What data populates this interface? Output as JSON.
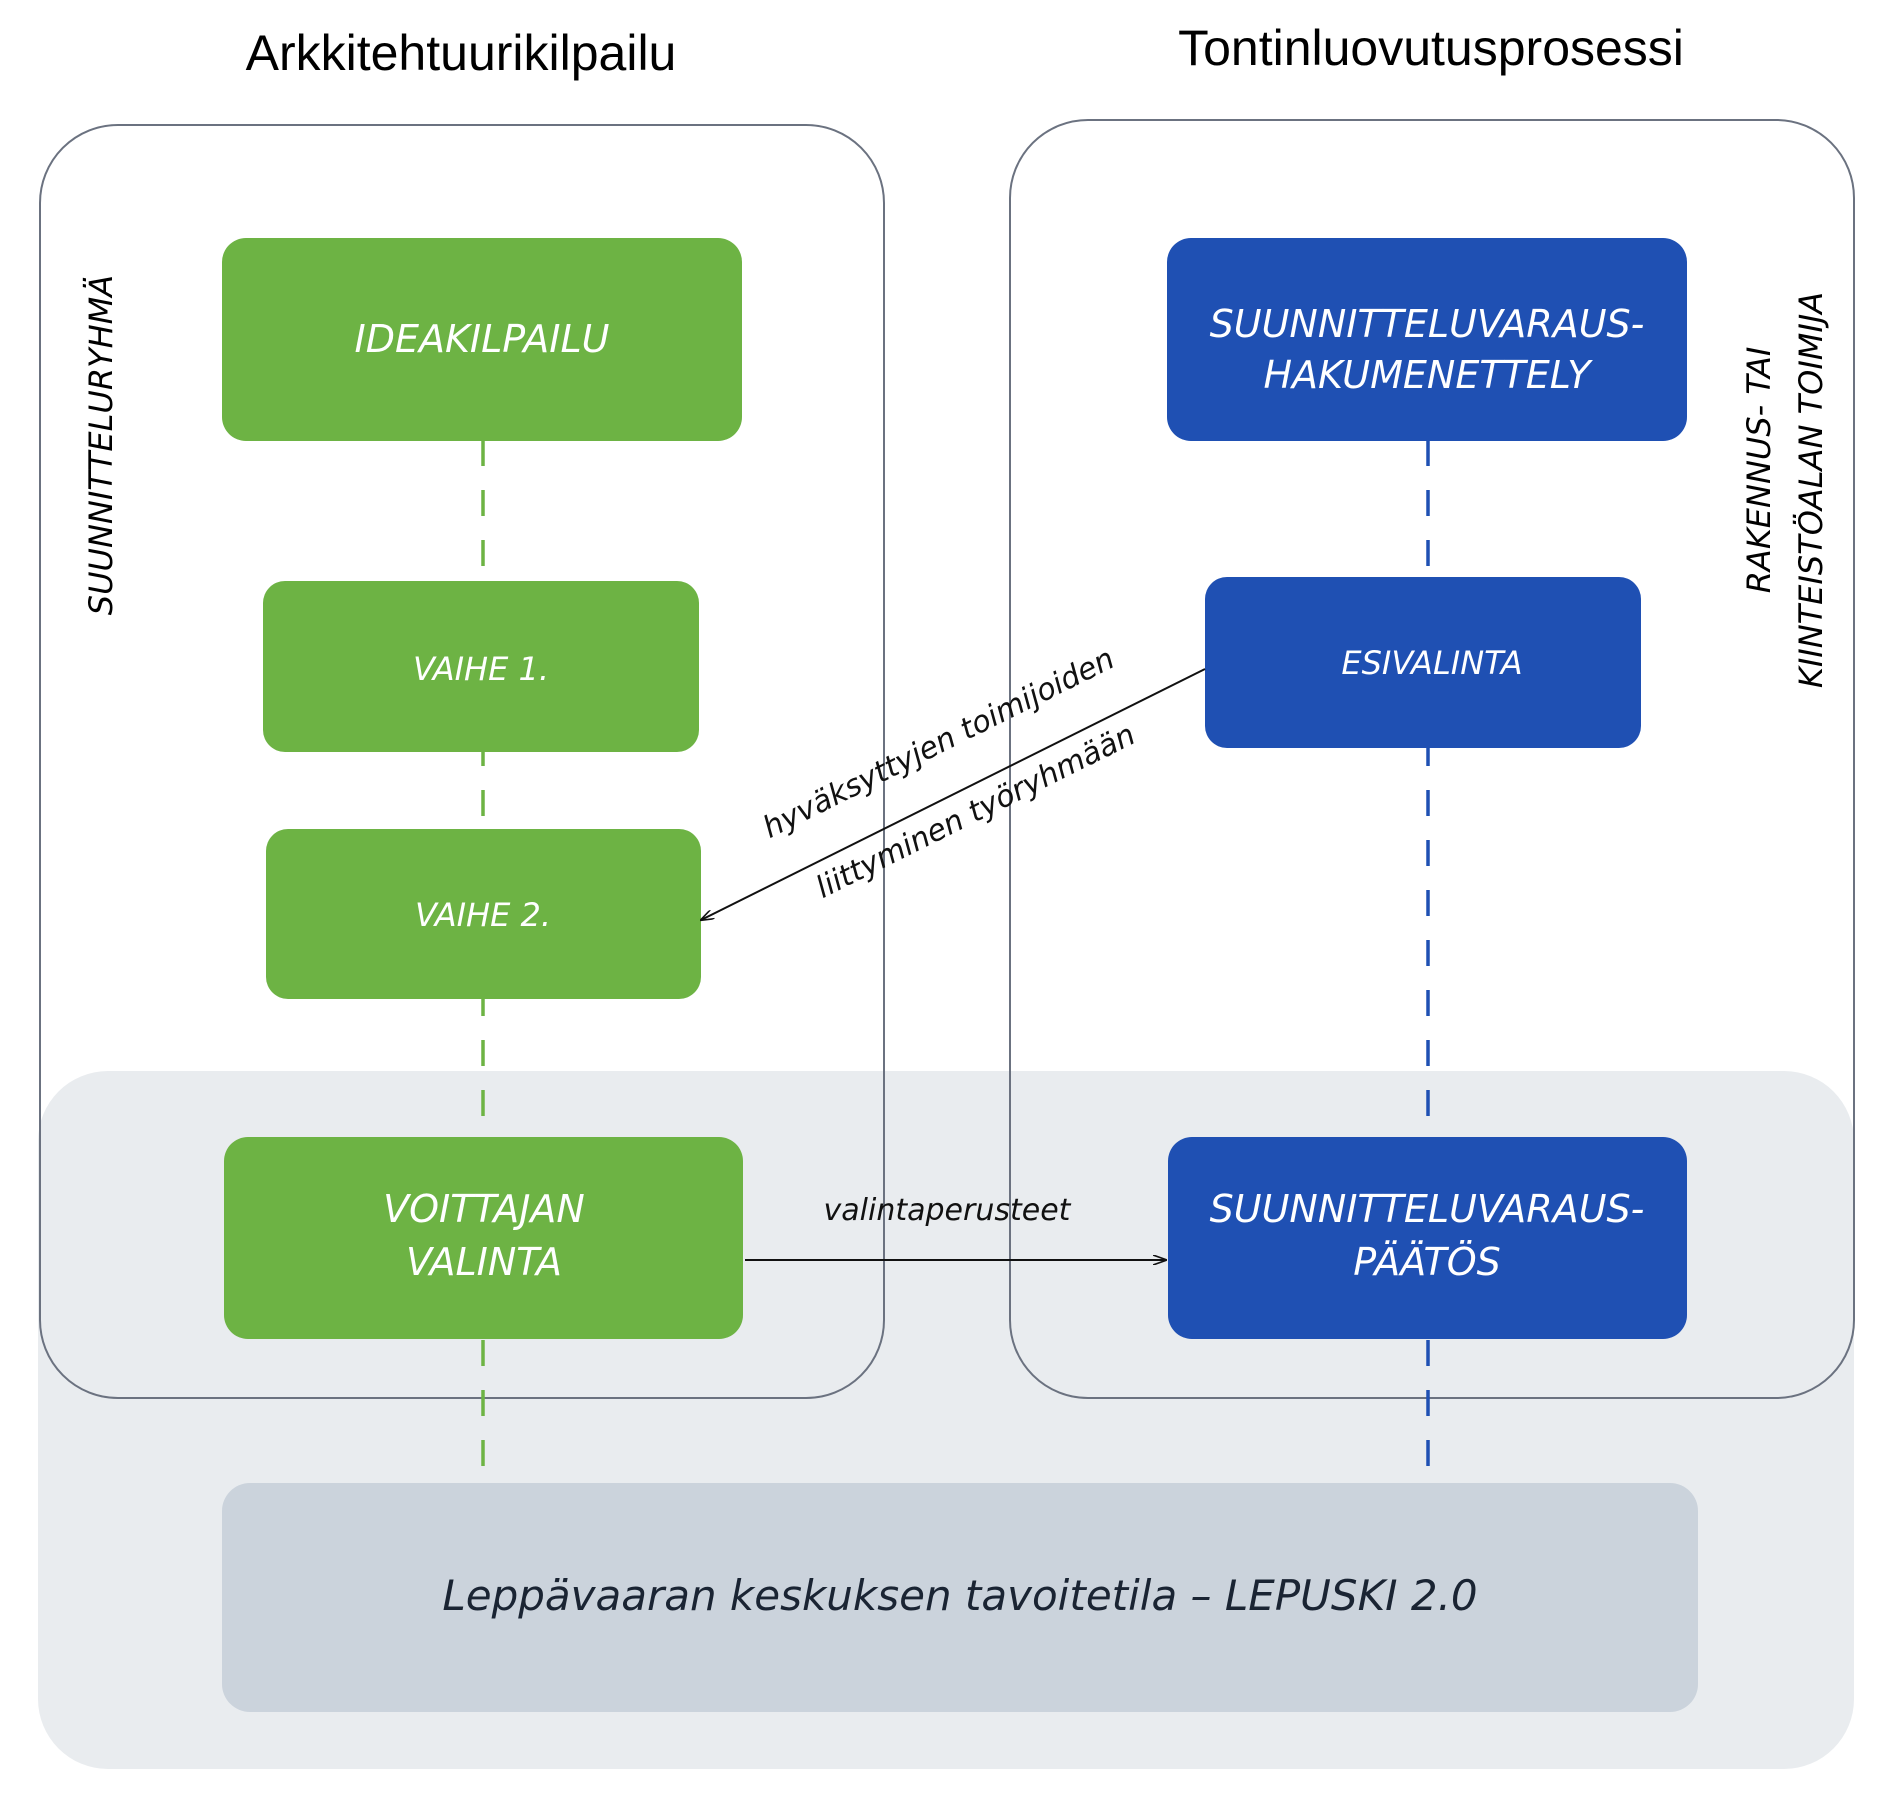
{
  "titles": {
    "left": "Arkkitehtuurikilpailu",
    "right": "Tontinluovutusprosessi"
  },
  "side_labels": {
    "left": "SUUNNITTELURYHMÄ",
    "right_line1": "RAKENNUS- TAI",
    "right_line2": "KIINTEISTÖALAN TOIMIJA"
  },
  "left_boxes": {
    "ideakilpailu": "IDEAKILPAILU",
    "vaihe1": "VAIHE 1.",
    "vaihe2": "VAIHE 2.",
    "voittaja_line1": "VOITTAJAN",
    "voittaja_line2": "VALINTA"
  },
  "right_boxes": {
    "haku_line1": "SUUNNITTELUVARAUS-",
    "haku_line2": "HAKUMENETTELY",
    "esivalinta": "ESIVALINTA",
    "paatos_line1": "SUUNNITTELUVARAUS-",
    "paatos_line2": "PÄÄTÖS"
  },
  "arrows": {
    "join_line1": "hyväksyttyjen toimijoiden",
    "join_line2": "liittyminen työryhmään",
    "criteria": "valintaperusteet"
  },
  "bottom_bar": "Leppävaaran keskuksen tavoitetila – LEPUSKI 2.0",
  "colors": {
    "green": "#6db344",
    "blue": "#1f50b3",
    "panel_bg": "#e9ecef",
    "bottom_bar_bg": "#cbd3dc",
    "frame_stroke": "#6b7280",
    "text_dark": "#1a2433"
  }
}
